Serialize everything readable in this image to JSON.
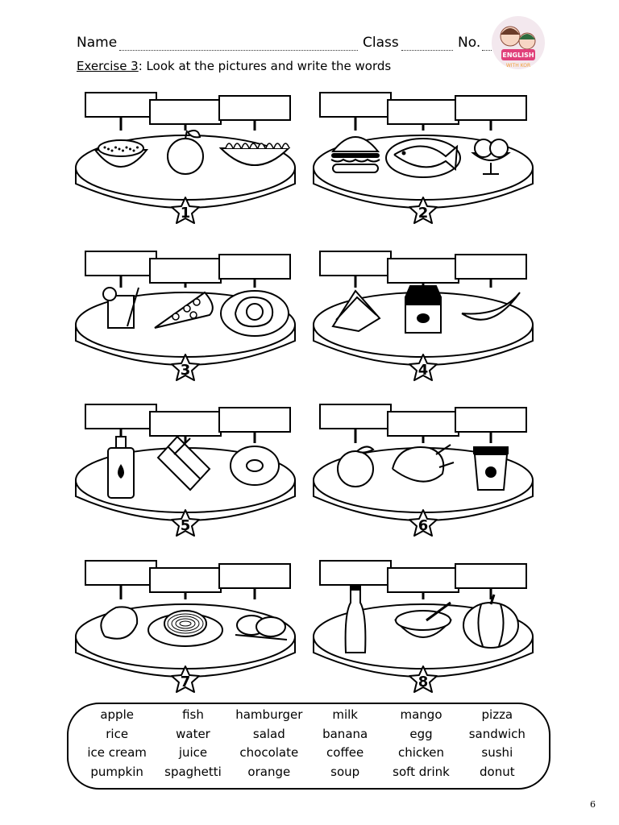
{
  "header": {
    "name_label": "Name",
    "class_label": "Class",
    "no_label": "No."
  },
  "exercise": {
    "number_label": "Exercise 3",
    "instruction": ": Look at the pictures and write the words"
  },
  "logo": {
    "text": "ENGLISH WITH KOR",
    "icon": "two-children-logo"
  },
  "plates": [
    {
      "number": "1",
      "items": [
        "rice-bowl-icon",
        "apple-icon",
        "salad-bowl-icon"
      ]
    },
    {
      "number": "2",
      "items": [
        "hamburger-icon",
        "fish-plate-icon",
        "ice-cream-icon"
      ]
    },
    {
      "number": "3",
      "items": [
        "juice-glass-icon",
        "pizza-slice-icon",
        "fried-egg-icon"
      ]
    },
    {
      "number": "4",
      "items": [
        "sandwich-icon",
        "milk-carton-icon",
        "banana-icon"
      ]
    },
    {
      "number": "5",
      "items": [
        "water-bottle-icon",
        "chocolate-bar-icon",
        "donut-icon"
      ]
    },
    {
      "number": "6",
      "items": [
        "orange-icon",
        "roast-chicken-icon",
        "coffee-cup-icon"
      ]
    },
    {
      "number": "7",
      "items": [
        "mango-icon",
        "spaghetti-plate-icon",
        "sushi-icon"
      ]
    },
    {
      "number": "8",
      "items": [
        "soft-drink-bottle-icon",
        "soup-bowl-icon",
        "pumpkin-icon"
      ]
    }
  ],
  "word_bank": [
    "apple",
    "fish",
    "hamburger",
    "milk",
    "mango",
    "pizza",
    "rice",
    "water",
    "salad",
    "banana",
    "egg",
    "sandwich",
    "ice cream",
    "juice",
    "chocolate",
    "coffee",
    "chicken",
    "sushi",
    "pumpkin",
    "spaghetti",
    "orange",
    "soup",
    "soft drink",
    "donut"
  ],
  "page_number": "6"
}
